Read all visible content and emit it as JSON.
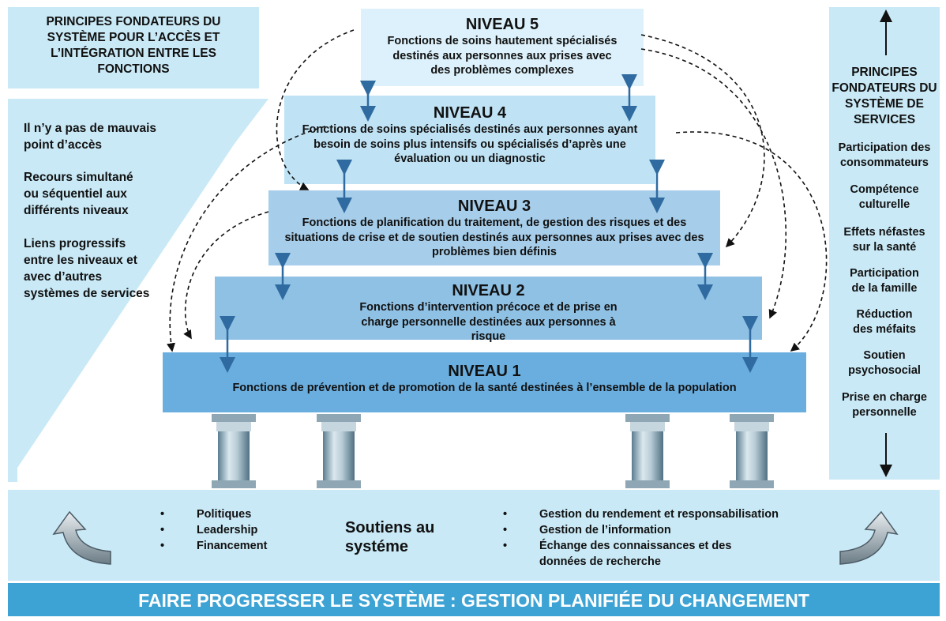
{
  "left_box": {
    "title": "PRINCIPES FONDATEURS DU SYSTÈME POUR L’ACCÈS ET L’INTÉGRATION ENTRE LES FONCTIONS",
    "items": [
      "Il n’y a pas de mauvais point d’accès",
      "Recours simultané ou séquentiel aux différents niveaux",
      "Liens progressifs entre les niveaux et avec d’autres systèmes de services"
    ]
  },
  "levels": [
    {
      "title": "NIVEAU 5",
      "description": "Fonctions de soins hautement spécialisés destinés aux personnes aux prises avec des problèmes complexes"
    },
    {
      "title": "NIVEAU 4",
      "description": "Fonctions de soins spécialisés destinés aux personnes ayant besoin de soins plus intensifs ou spécialisés d’après une évaluation ou un diagnostic"
    },
    {
      "title": "NIVEAU 3",
      "description": "Fonctions de planification du traitement, de gestion des risques et des situations de crise et de soutien destinés aux personnes aux prises avec des problèmes bien définis"
    },
    {
      "title": "NIVEAU 2",
      "description": "Fonctions d’intervention précoce et de prise en charge personnelle destinées aux personnes à risque"
    },
    {
      "title": "NIVEAU 1",
      "description": "Fonctions de prévention et de promotion de la santé destinées à l’ensemble de la population"
    }
  ],
  "right_box": {
    "title": "PRINCIPES FONDATEURS DU SYSTÈME DE SERVICES",
    "items": [
      "Participation des consommateurs",
      "Compétence culturelle",
      "Effets néfastes sur la santé",
      "Participation de la famille",
      "Réduction des méfaits",
      "Soutien psychosocial",
      "Prise en charge personnelle"
    ]
  },
  "supports": {
    "title": "Soutiens au systéme",
    "bullet": "•",
    "left_items": [
      "Politiques",
      "Leadership",
      "Financement"
    ],
    "right_items": [
      "Gestion du rendement et responsabilisation",
      "Gestion de l’information",
      "Échange des connaissances et des données de recherche"
    ]
  },
  "footer": {
    "text": "FAIRE PROGRESSER LE SYSTÈME : GESTION PLANIFIÉE DU CHANGEMENT"
  },
  "colors": {
    "light_panel": "#c9e9f6",
    "level5": "#dcf1fb",
    "level4": "#bfe2f4",
    "level3": "#a6cde9",
    "level2": "#8fc1e4",
    "level1": "#6aaedf",
    "arrow": "#2f6aa0",
    "footer": "#3da3d4"
  }
}
